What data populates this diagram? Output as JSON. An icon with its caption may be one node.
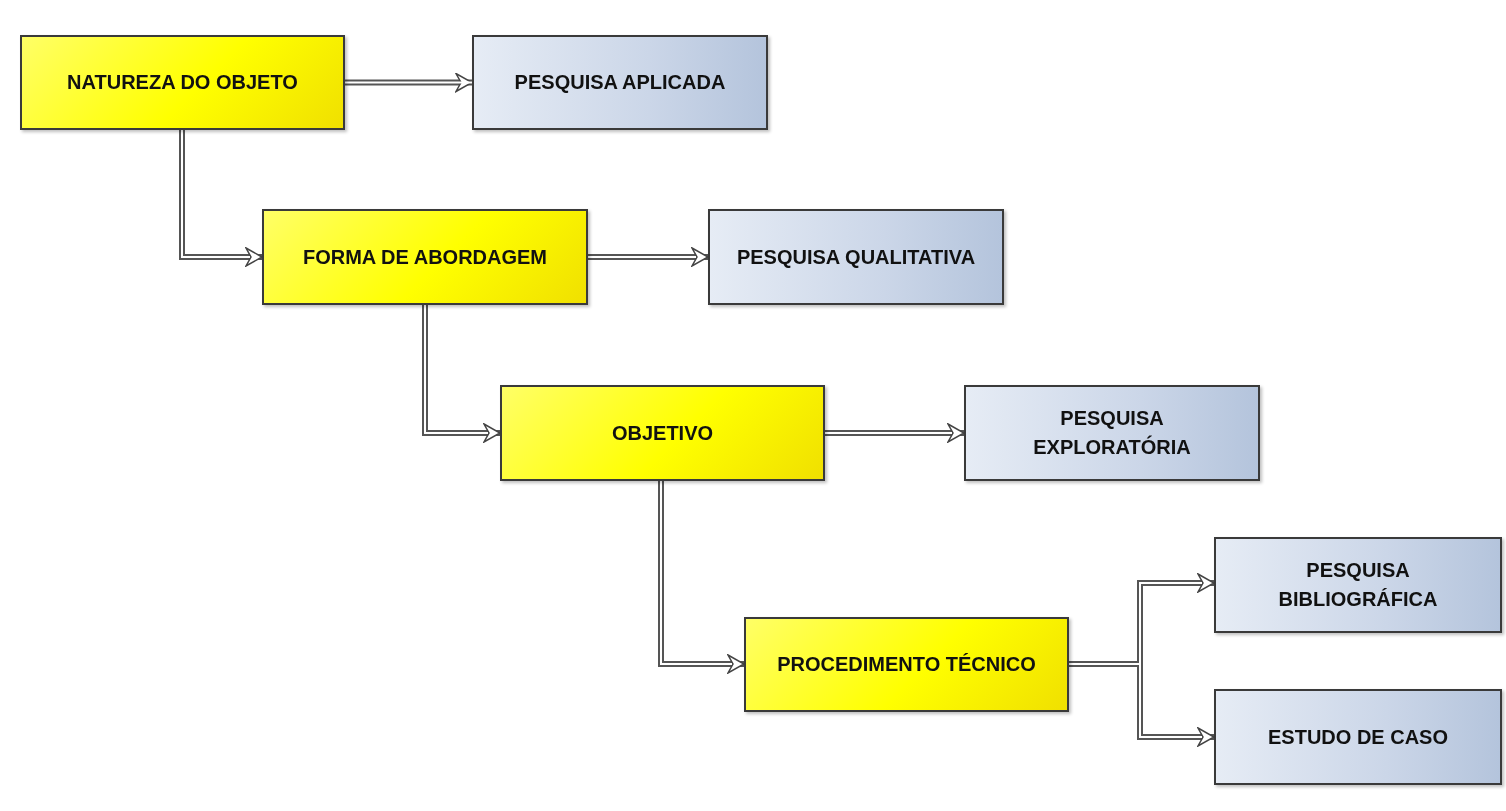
{
  "diagram": {
    "nodes": [
      {
        "text": [
          "NATUREZA DO OBJETO"
        ]
      },
      {
        "text": [
          "PESQUISA APLICADA"
        ]
      },
      {
        "text": [
          "FORMA DE ABORDAGEM"
        ]
      },
      {
        "text": [
          "PESQUISA QUALITATIVA"
        ]
      },
      {
        "text": [
          "OBJETIVO"
        ]
      },
      {
        "text": [
          "PESQUISA EXPLORATÓRIA"
        ]
      },
      {
        "text": [
          "PROCEDIMENTO TÉCNICO"
        ]
      },
      {
        "text": [
          "PESQUISA BIBLIOGRÁFICA"
        ]
      },
      {
        "text": [
          "ESTUDO DE CASO"
        ]
      }
    ],
    "edges": [
      {
        "from": 0,
        "to": 1,
        "arrow": "to"
      },
      {
        "from": 0,
        "to": 2,
        "arrow": "to"
      },
      {
        "from": 2,
        "to": 3,
        "arrow": "to"
      },
      {
        "from": 2,
        "to": 4,
        "arrow": "to"
      },
      {
        "from": 4,
        "to": 5,
        "arrow": "to"
      },
      {
        "from": 4,
        "to": 6,
        "arrow": "to"
      },
      {
        "from": 6,
        "to": 7,
        "arrow": "to"
      },
      {
        "from": 6,
        "to": 8,
        "arrow": "to"
      }
    ]
  }
}
